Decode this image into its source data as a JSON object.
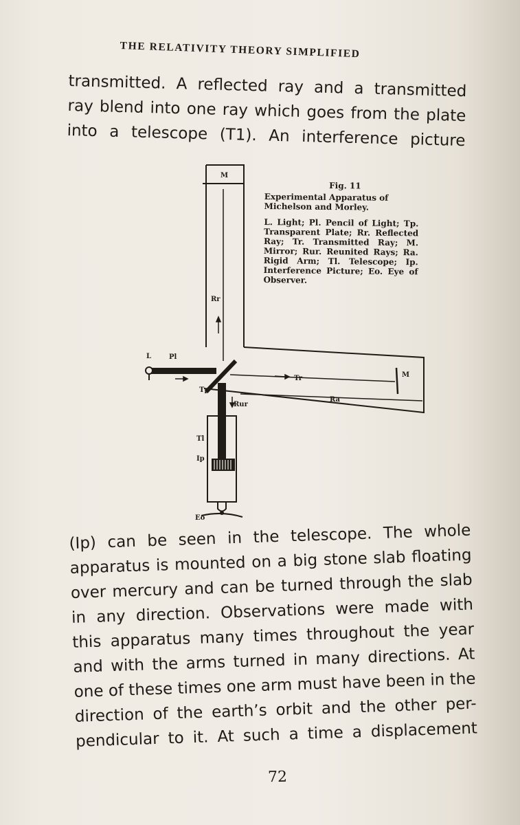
{
  "running_head": "THE RELATIVITY THEORY SIMPLIFIED",
  "top_paragraph": [
    "transmitted.  A reflected ray and a transmitted",
    "ray blend into one ray which goes from the plate",
    "into a telescope (T1).  An interference picture"
  ],
  "figure": {
    "number": "Fig. 11",
    "title": "Experimental Apparatus of Michelson and Morley.",
    "legend": "L. Light; Pl. Pencil of Light; Tp. Transparent Plate; Rr. Reflected Ray; Tr. Transmitted Ray; M. Mirror; Rur. Reunited Rays; Ra. Rigid Arm; Tl. Telescope; Ip. Interference Picture; Eo. Eye of Observer.",
    "labels": {
      "light": "L",
      "pencil": "Pl",
      "plate": "Tp",
      "reflected": "Rr",
      "transmitted": "Tr",
      "mirror_top": "M",
      "mirror_right": "M",
      "reunited": "Rur",
      "arm": "Ra",
      "telescope": "Tl",
      "interference": "Ip",
      "eye": "Eo"
    }
  },
  "bottom_paragraph": [
    "(Ip) can be seen in the telescope.   The whole",
    "apparatus is mounted on a big stone slab floating",
    "over mercury and can be turned through the slab",
    "in any direction.  Observations were made with",
    "this apparatus many times throughout the year",
    "and with the arms turned in many directions. At",
    "one of these times one arm must have been in the",
    "direction of the earth’s orbit and the other per-",
    "pendicular to it.  At such a time a displacement"
  ],
  "page_number": "72"
}
